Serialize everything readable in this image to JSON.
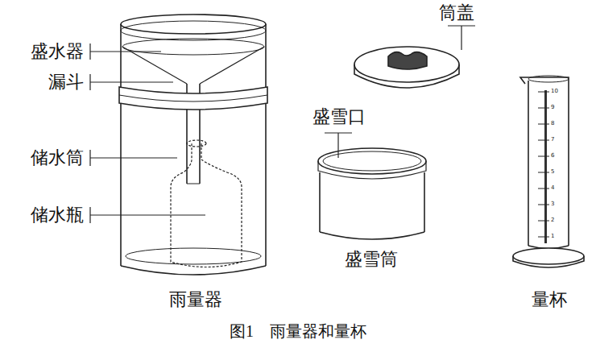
{
  "diagram": {
    "caption": "图1　雨量器和量杯",
    "labels": [
      "盛水器",
      "漏斗",
      "储水筒",
      "储水瓶",
      "雨量器",
      "筒盖",
      "盛雪口",
      "盛雪筒",
      "量杯",
      "10",
      "9",
      "8",
      "7",
      "6",
      "5",
      "4",
      "3",
      "2",
      "1"
    ]
  }
}
